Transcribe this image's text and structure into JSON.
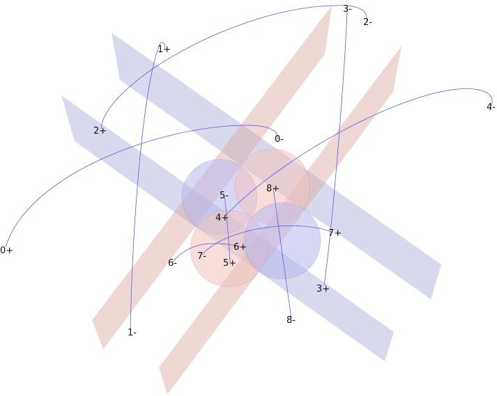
{
  "labels": {
    "l0m": "0-",
    "l0p": "0+",
    "l1m": "1-",
    "l1p": "1+",
    "l2m": "2-",
    "l2p": "2+",
    "l3m": "3-",
    "l3p": "3+",
    "l4m": "4-",
    "l4p": "4+",
    "l5m": "5-",
    "l5p": "5+",
    "l6m": "6-",
    "l6p": "6+",
    "l7m": "7-",
    "l7p": "7+",
    "l8m": "8-",
    "l8p": "8+"
  },
  "colors": {
    "curve": "#5a5ae6",
    "slab_blue": "#a9aad6",
    "slab_red": "#d8a8a0",
    "sphere_blue": "#b9b9ee",
    "sphere_red": "#f2c4bd"
  }
}
